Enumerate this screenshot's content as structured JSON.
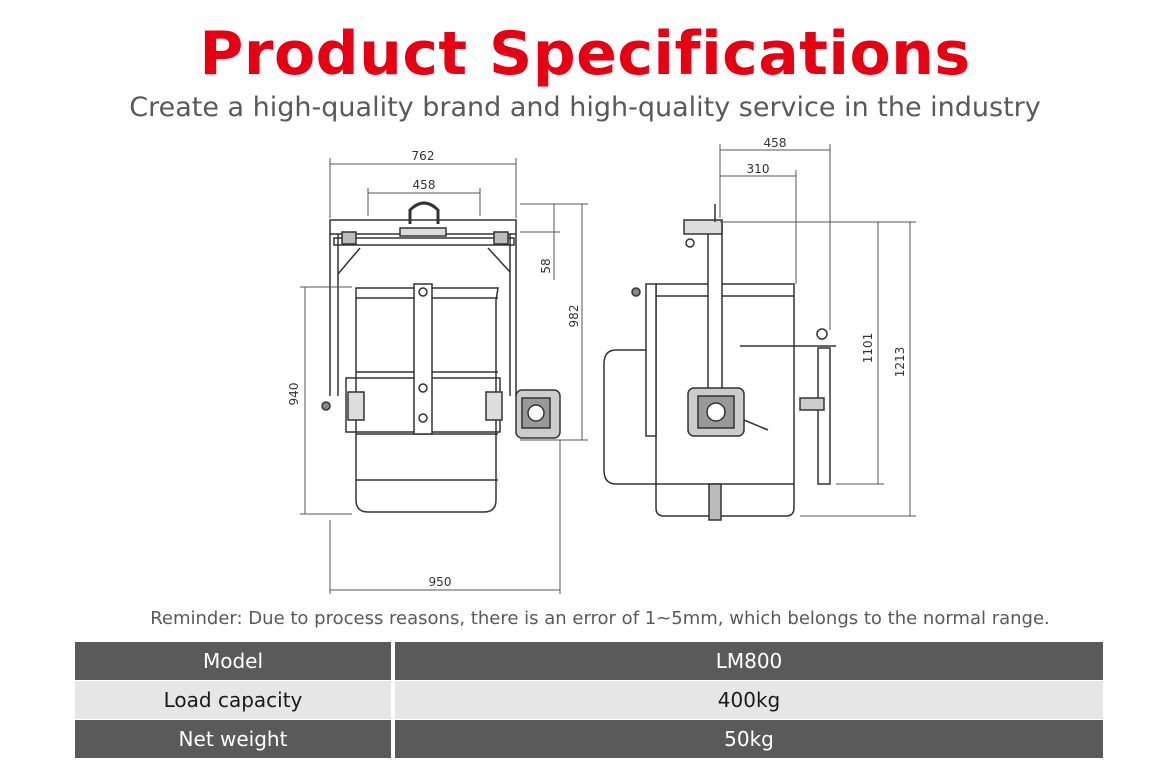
{
  "header": {
    "title": "Product Specifications",
    "subtitle": "Create a high-quality brand and high-quality service in the industry"
  },
  "drawing": {
    "front_view": {
      "dims": {
        "top_width": "762",
        "hook_width": "458",
        "bottom_width": "950",
        "left_height": "940",
        "right_height": "982",
        "gap": "58"
      }
    },
    "side_view": {
      "dims": {
        "top_outer": "458",
        "top_inner": "310",
        "right_inner": "1101",
        "right_outer": "1213"
      }
    }
  },
  "reminder": "Reminder: Due to process reasons, there is an error of 1~5mm, which belongs to the normal range.",
  "specs": [
    {
      "label": "Model",
      "value": "LM800"
    },
    {
      "label": "Load capacity",
      "value": "400kg"
    },
    {
      "label": "Net weight",
      "value": "50kg"
    }
  ]
}
